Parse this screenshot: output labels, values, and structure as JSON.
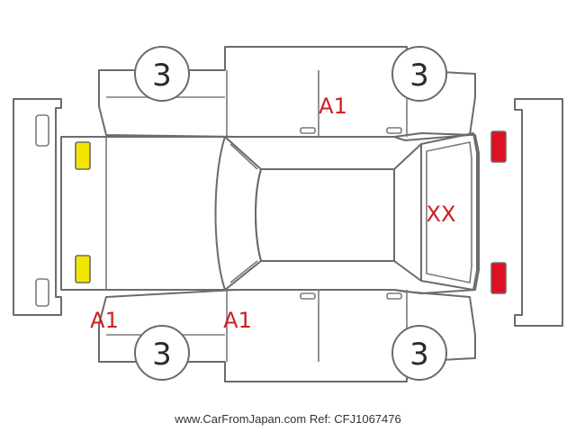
{
  "colors": {
    "outline": "#6b6b6b",
    "damage_mark": "#cc1f1f",
    "front_lamp": "#f2e600",
    "rear_lamp": "#dd1122"
  },
  "wheels": {
    "front_left": "3",
    "rear_left": "3",
    "front_right": "3",
    "rear_right": "3"
  },
  "marks": {
    "left_side_a1": "A1",
    "front_bumper_a1": "A1",
    "right_side_a1": "A1",
    "tailgate_xx": "XX"
  },
  "footer": {
    "site": "www.CarFromJapan.com",
    "ref": "Ref: CFJ1067476"
  }
}
